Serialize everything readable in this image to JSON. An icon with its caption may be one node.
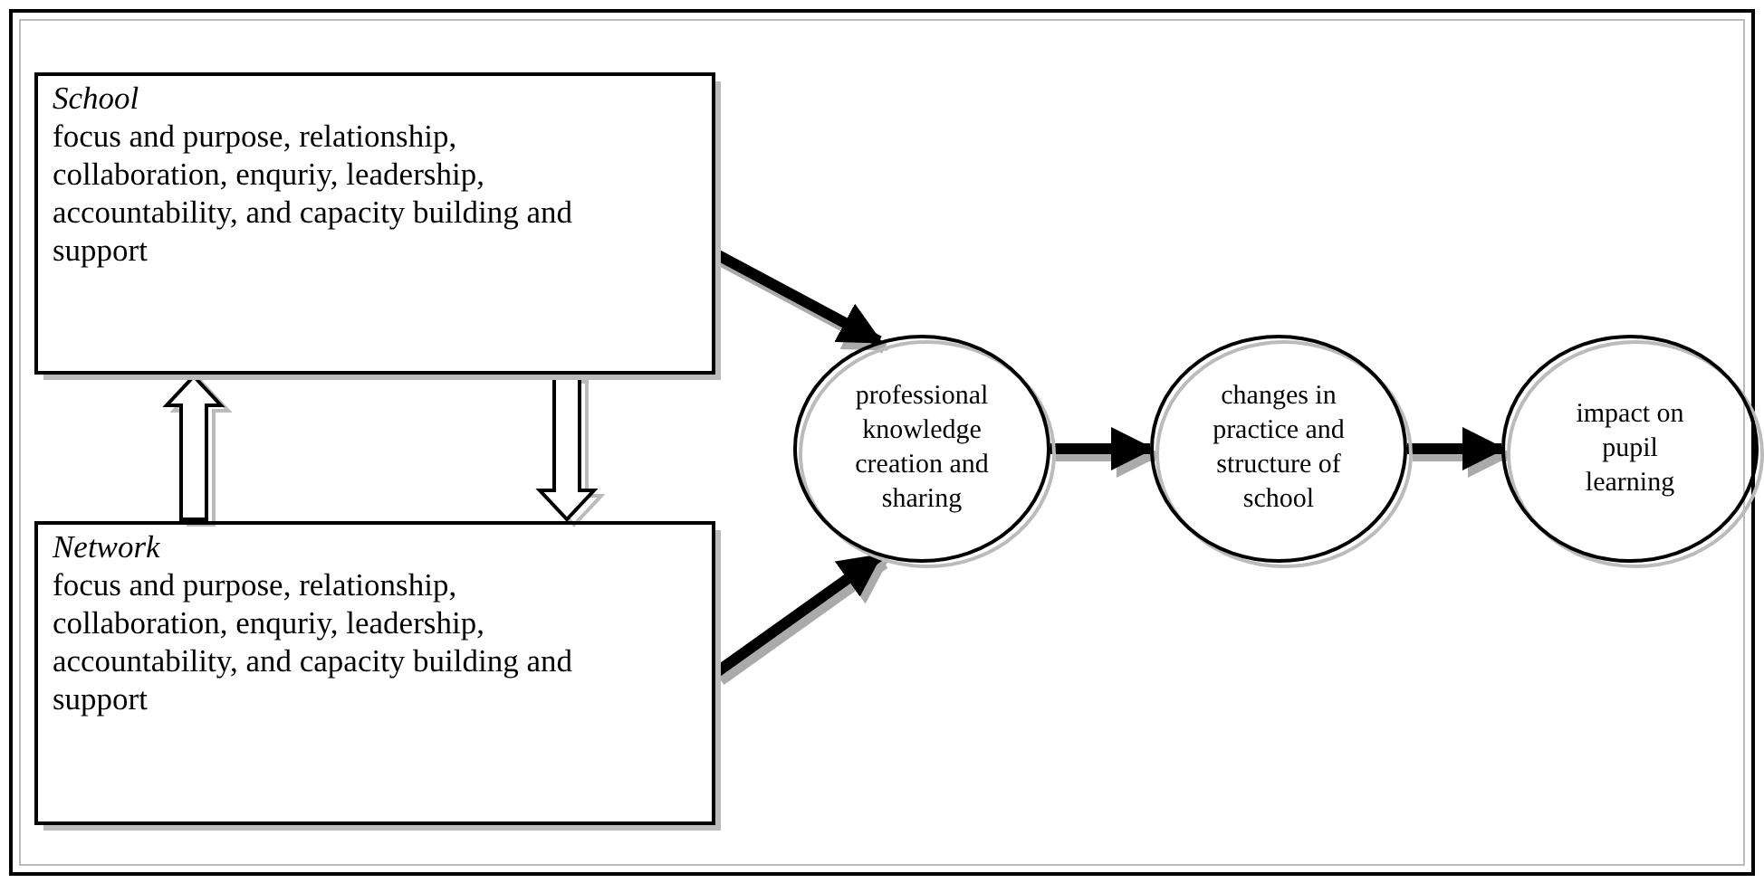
{
  "diagram": {
    "nodes": [
      {
        "text": [
          "School",
          "focus and purpose, relationship, collaboration, enquriy, leadership, accountability, and capacity building and support"
        ]
      },
      {
        "text": [
          "Network",
          "focus and purpose, relationship, collaboration, enquriy, leadership, accountability, and capacity building and support"
        ]
      },
      {
        "text": [
          "professional knowledge creation and sharing"
        ]
      },
      {
        "text": [
          "changes in practice and structure of school"
        ]
      },
      {
        "text": [
          "impact on pupil learning"
        ]
      }
    ],
    "edges": [
      {
        "from": 1,
        "to": 0,
        "arrow": "to",
        "style": "thick"
      },
      {
        "from": 0,
        "to": 1,
        "arrow": "to",
        "style": "thick"
      },
      {
        "from": 0,
        "to": 2,
        "arrow": "to"
      },
      {
        "from": 1,
        "to": 2,
        "arrow": "to"
      },
      {
        "from": 2,
        "to": 3,
        "arrow": "to"
      },
      {
        "from": 3,
        "to": 4,
        "arrow": "to"
      }
    ]
  }
}
